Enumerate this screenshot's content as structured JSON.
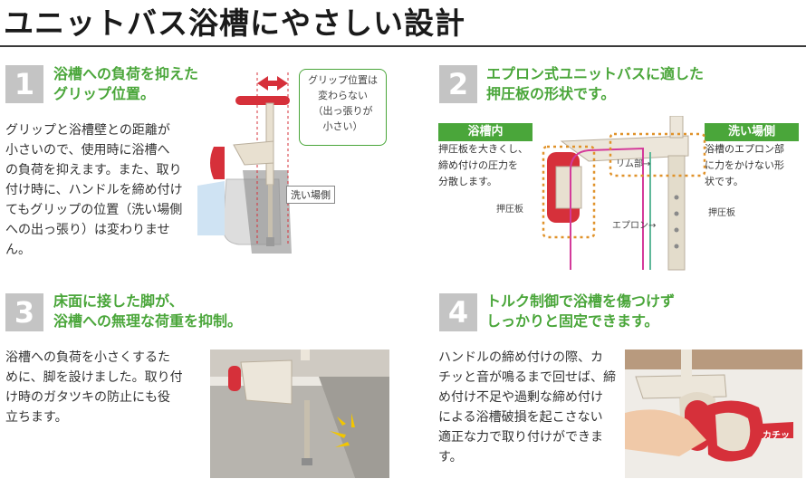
{
  "page": {
    "title": "ユニットバス浴槽にやさしい設計"
  },
  "sections": [
    {
      "number": "1",
      "heading_line1": "浴槽への負荷を抑えた",
      "heading_line2": "グリップ位置。",
      "body_lines": [
        "グリップと浴槽壁との距離が",
        "小さいので、使用時に浴槽へ",
        "の負荷を抑えます。また、取り",
        "付け時に、ハンドルを締め付け",
        "てもグリップの位置（洗い場側",
        "への出っ張り）は変わりませ",
        "ん。"
      ],
      "callout_lines": [
        "グリップ位置は",
        "変わらない",
        "（出っ張りが",
        "小さい）"
      ],
      "label": "洗い場側"
    },
    {
      "number": "2",
      "heading_line1": "エプロン式ユニットバスに適した",
      "heading_line2": "押圧板の形状です。",
      "left_tag": "浴槽内",
      "left_text_lines": [
        "押圧板を大きくし、",
        "締め付けの圧力を",
        "分散します。"
      ],
      "right_tag": "洗い場側",
      "right_text_lines": [
        "浴槽のエプロン部",
        "に力をかけない形",
        "状です。"
      ],
      "label_rim": "リム部→",
      "label_apron": "エプロン→",
      "label_plate_left": "押圧板",
      "label_plate_right": "押圧板"
    },
    {
      "number": "3",
      "heading_line1": "床面に接した脚が、",
      "heading_line2": "浴槽への無理な荷重を抑制。",
      "body_lines": [
        "浴槽への負荷を小さくするた",
        "めに、脚を設けました。取り付",
        "け時のガタツキの防止にも役",
        "立ちます。"
      ]
    },
    {
      "number": "4",
      "heading_line1": "トルク制御で浴槽を傷つけず",
      "heading_line2": "しっかりと固定できます。",
      "body_lines": [
        "ハンドルの締め付けの際、カ",
        "チッと音が鳴るまで回せば、締",
        "め付け不足や過剰な締め付け",
        "による浴槽破損を起こさない",
        "適正な力で取り付けができま",
        "す。"
      ],
      "click_label": "カチッ"
    }
  ],
  "colors": {
    "accent_green": "#4aa63a",
    "number_gray": "#c4c4c4",
    "grip_red": "#d6303a",
    "dotted_orange": "#e0922a",
    "apron_teal": "#5fb89a",
    "rim_magenta": "#d43a9a"
  }
}
